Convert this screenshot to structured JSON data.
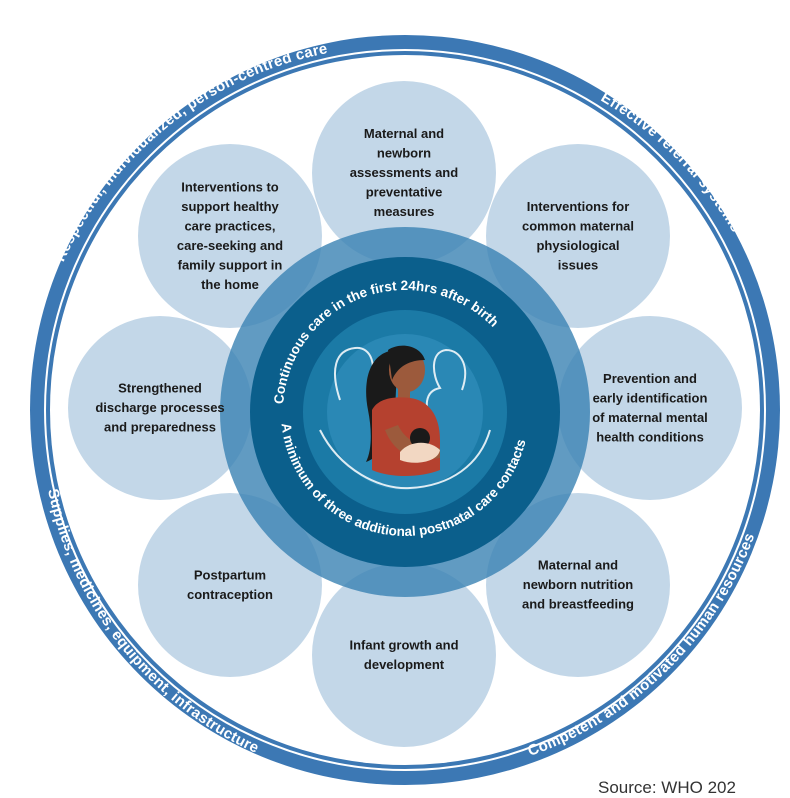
{
  "outer_ring": {
    "labels": [
      "Respectful, individualized, person-centred care",
      "Effective referral systems",
      "Competent and motivated human resources",
      "Supplies, medicines, equipment, infrastructure"
    ]
  },
  "inner_ring": {
    "top_label": "Continuous care in the first 24hrs after birth",
    "bottom_label": "A minimum of three additional postnatal care contacts"
  },
  "petals": [
    {
      "lines": [
        "Maternal and",
        "newborn",
        "assessments and",
        "preventative",
        "measures"
      ]
    },
    {
      "lines": [
        "Interventions for",
        "common maternal",
        "physiological",
        "issues"
      ]
    },
    {
      "lines": [
        "Prevention and",
        "early identification",
        "of maternal mental",
        "health conditions"
      ]
    },
    {
      "lines": [
        "Maternal and",
        "newborn nutrition",
        "and breastfeeding"
      ]
    },
    {
      "lines": [
        "Infant growth and",
        "development"
      ]
    },
    {
      "lines": [
        "Postpartum",
        "contraception"
      ]
    },
    {
      "lines": [
        "Strengthened",
        "discharge processes",
        "and preparedness"
      ]
    },
    {
      "lines": [
        "Interventions to",
        "support healthy",
        "care practices,",
        "care-seeking and",
        "family support in",
        "the home"
      ]
    }
  ],
  "center_icon": "mother-with-baby-and-family-icon",
  "source": "Source:  WHO 202",
  "colors": {
    "outer_ring": "#3c78b4",
    "petal": "#bcd3e6",
    "inner_ring_light": "#3a82b3",
    "inner_ring_dark": "#0b5f8c",
    "center_disc": "#1b7aa6",
    "skin": "#9c5a3c",
    "shirt": "#b5412f"
  }
}
